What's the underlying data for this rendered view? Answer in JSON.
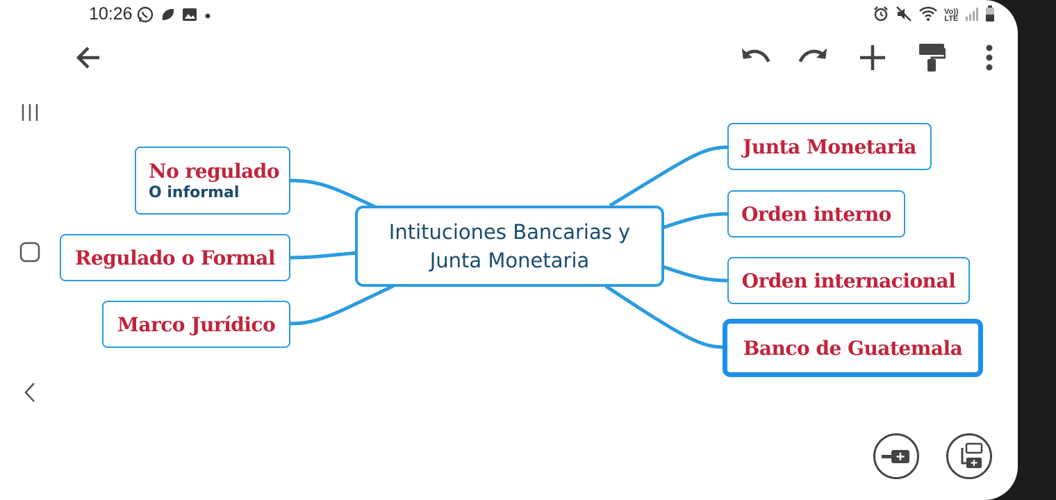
{
  "status_bar": {
    "time": "10:26",
    "left_icons": [
      "whatsapp-icon",
      "chat-bubble-icon",
      "gallery-icon",
      "notification-dot-icon"
    ],
    "right_icons": [
      "alarm-icon",
      "mute-icon",
      "wifi-icon",
      "volte-icon",
      "signal-icon",
      "battery-icon"
    ],
    "volte_top": "Vo))",
    "volte_bottom": "LTE"
  },
  "toolbar": {
    "buttons": [
      "back-arrow-icon",
      "undo-icon",
      "redo-icon",
      "add-icon",
      "paint-roller-icon",
      "more-vert-icon"
    ]
  },
  "mindmap": {
    "central": {
      "line1": "Intituciones Bancarias y",
      "line2": "Junta Monetaria"
    },
    "left_nodes": [
      {
        "label": "No regulado",
        "sub": "O informal"
      },
      {
        "label": "Regulado o Formal"
      },
      {
        "label": "Marco Jurídico"
      }
    ],
    "right_nodes": [
      {
        "label": "Junta Monetaria"
      },
      {
        "label": "Orden interno"
      },
      {
        "label": "Orden internacional"
      },
      {
        "label": "Banco de Guatemala",
        "selected": true
      }
    ]
  },
  "fabs": [
    "add-sibling-topic-icon",
    "add-subtopic-icon"
  ],
  "navigation": [
    "recents-icon",
    "home-icon",
    "back-nav-icon"
  ],
  "colors": {
    "link": "#2b9be0",
    "topic_text": "#c0243b",
    "central_text": "#1a4b6e"
  }
}
